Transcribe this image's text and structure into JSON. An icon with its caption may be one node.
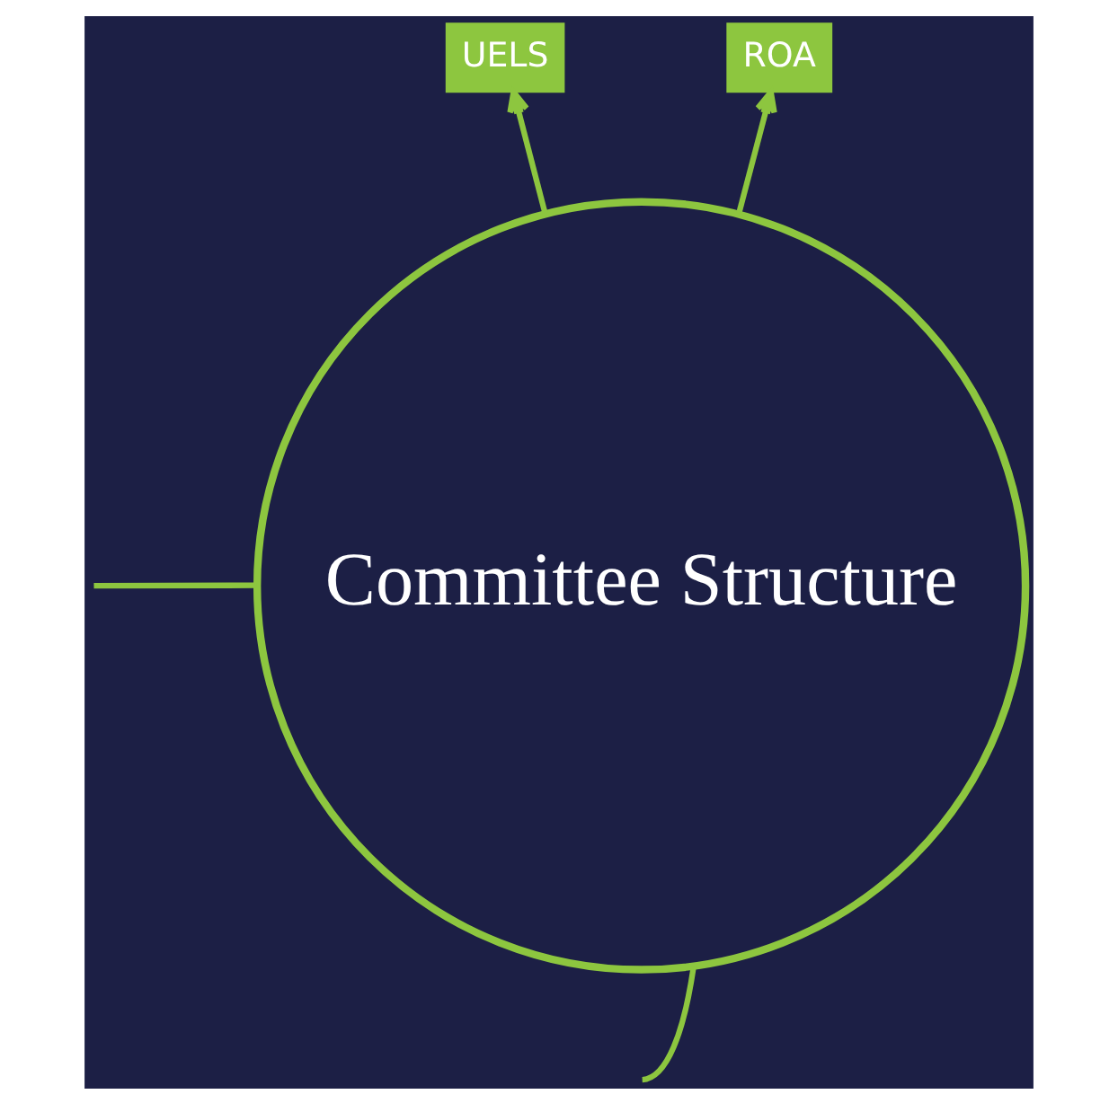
{
  "diagram": {
    "nodes": [
      {
        "text": [
          "Committee Structure"
        ]
      },
      {
        "text": [
          "UELS"
        ]
      },
      {
        "text": [
          "ROA"
        ]
      }
    ],
    "edges": [
      {
        "from": 0,
        "to": 1,
        "arrow": "to"
      },
      {
        "from": 0,
        "to": 2,
        "arrow": "to"
      },
      {
        "from": 0,
        "to": null,
        "arrow": "none"
      },
      {
        "from": 0,
        "to": null,
        "arrow": "none"
      }
    ]
  }
}
